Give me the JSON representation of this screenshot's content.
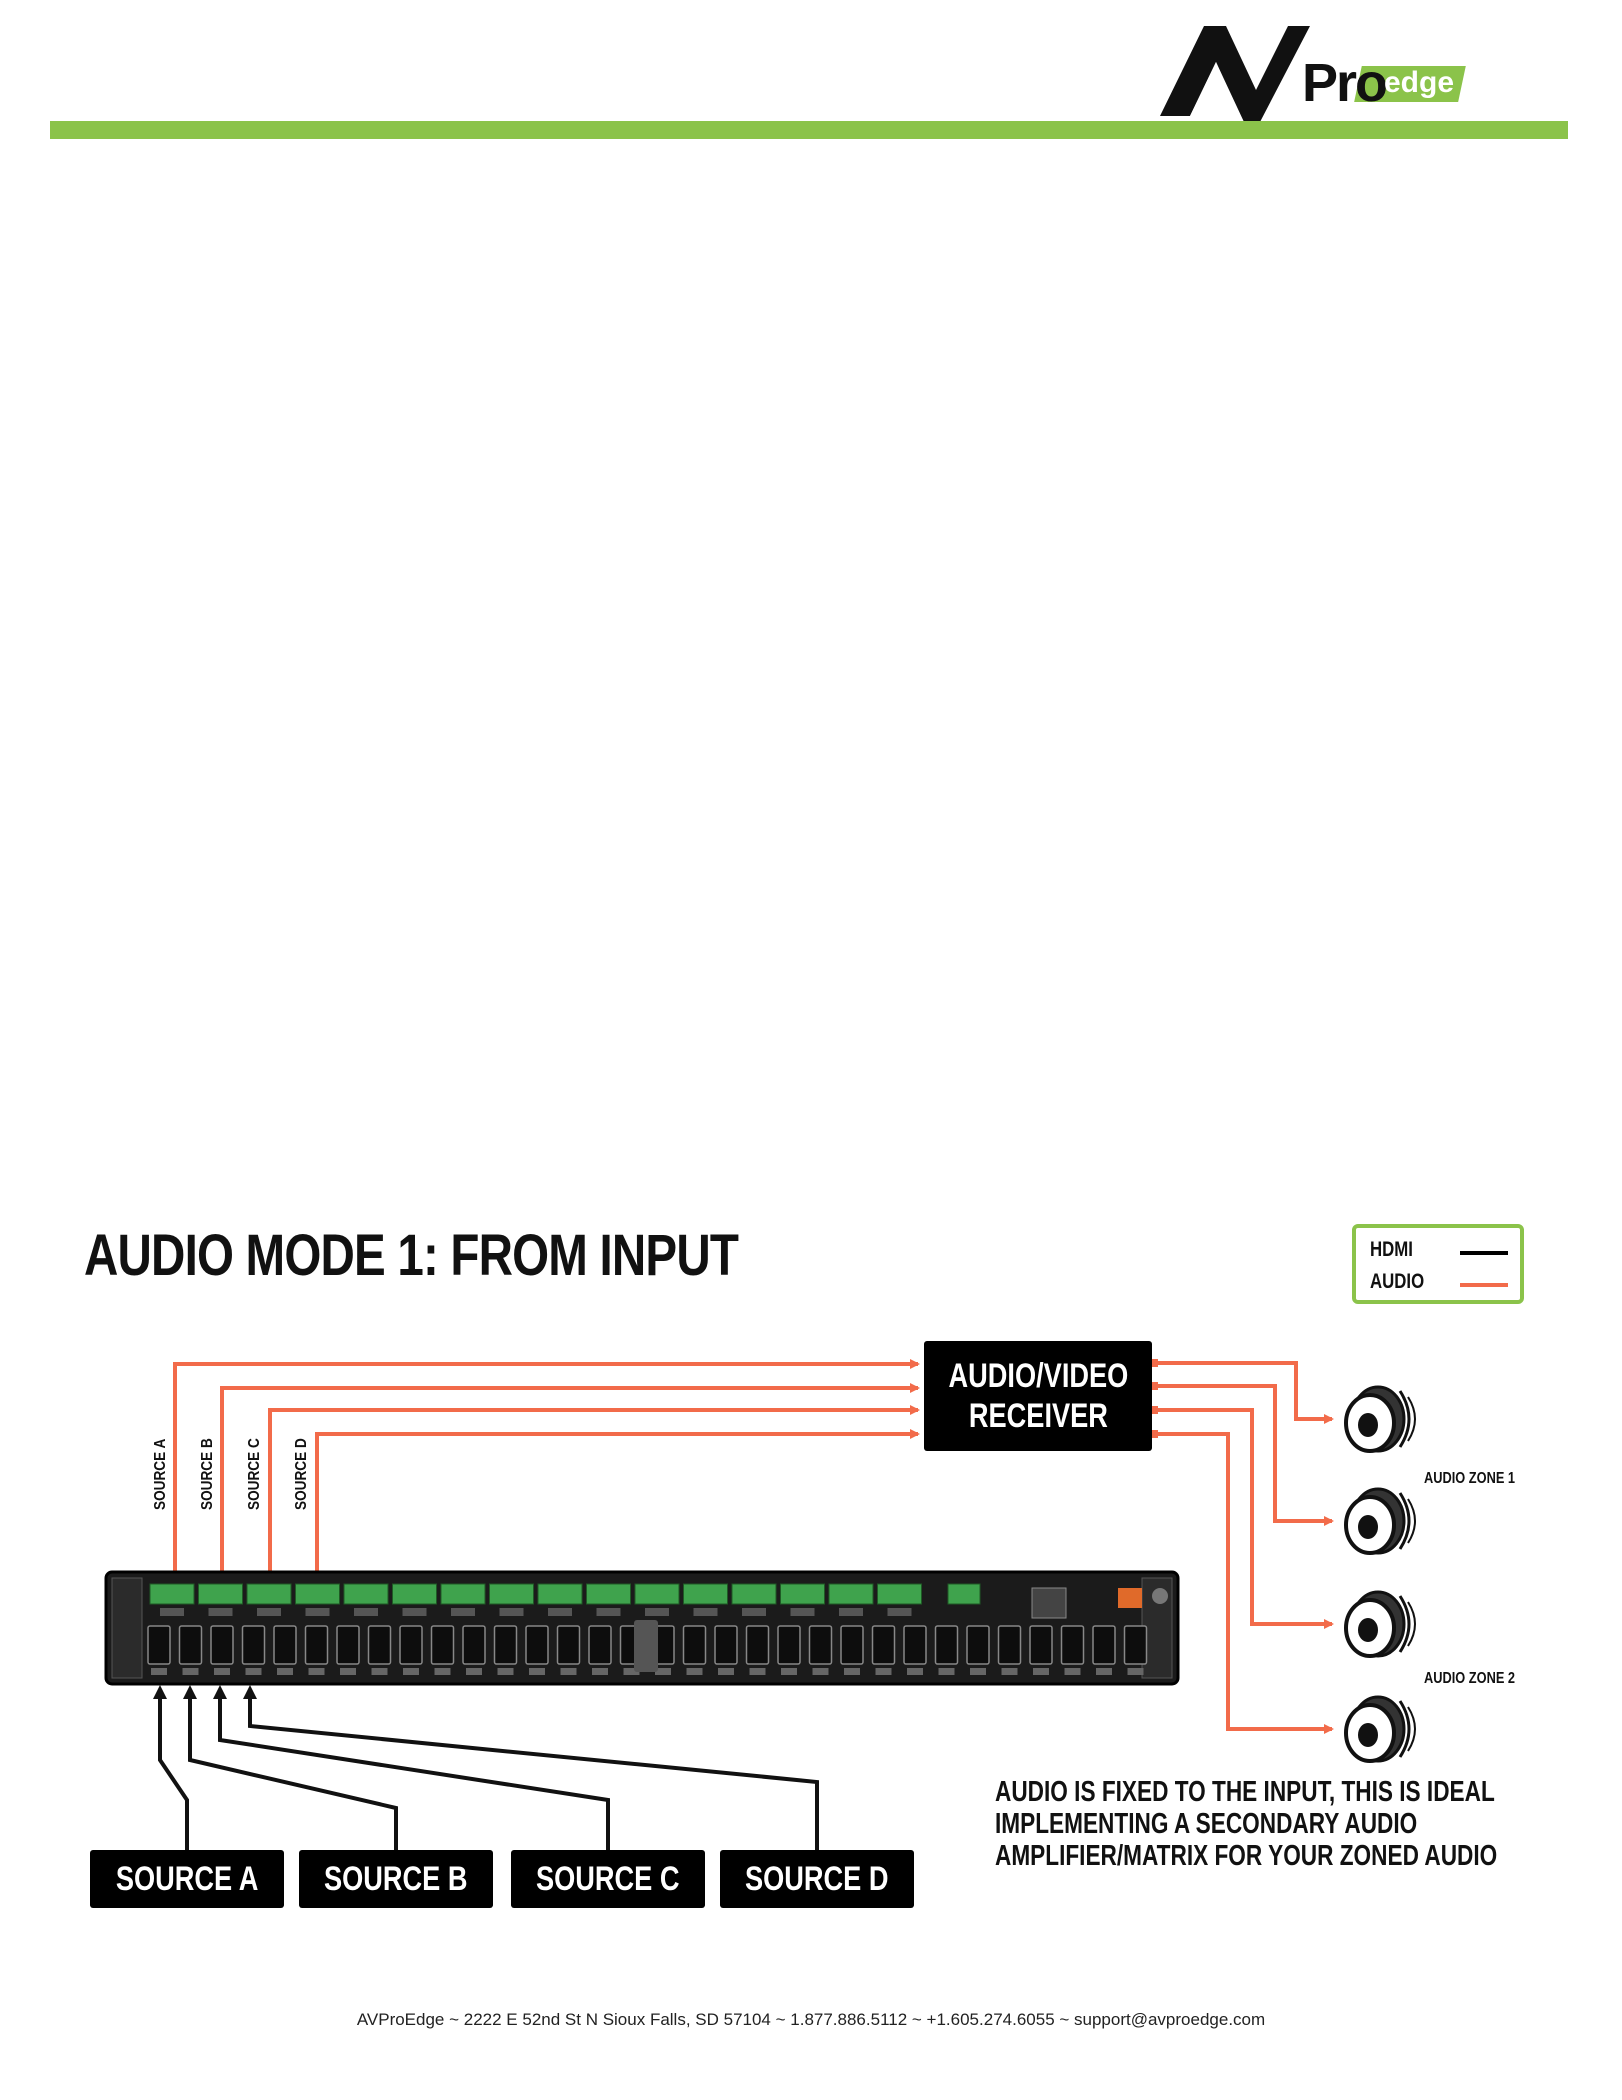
{
  "header": {
    "logo_text_1": "AV",
    "logo_text_2": "Pro",
    "logo_text_3": "edge",
    "accent_color": "#8bc34a"
  },
  "diagram": {
    "title": "AUDIO MODE 1: FROM INPUT",
    "legend": [
      {
        "label": "HDMI",
        "color": "#000000"
      },
      {
        "label": "AUDIO",
        "color": "#f26b4a"
      }
    ],
    "receiver": {
      "line1": "AUDIO/VIDEO",
      "line2": "RECEIVER"
    },
    "source_labels": [
      "SOURCE A",
      "SOURCE B",
      "SOURCE C",
      "SOURCE D"
    ],
    "sources": [
      "SOURCE A",
      "SOURCE B",
      "SOURCE C",
      "SOURCE D"
    ],
    "zones": [
      "AUDIO ZONE 1",
      "AUDIO ZONE 2"
    ],
    "note": [
      "AUDIO IS FIXED TO THE INPUT, THIS IS IDEAL",
      "IMPLEMENTING A SECONDARY AUDIO",
      "AMPLIFIER/MATRIX FOR YOUR ZONED AUDIO"
    ]
  },
  "footer": {
    "text": "AVProEdge ~ 2222 E 52nd St N Sioux Falls, SD 57104 ~ 1.877.886.5112 ~ +1.605.274.6055 ~ support@avproedge.com"
  }
}
